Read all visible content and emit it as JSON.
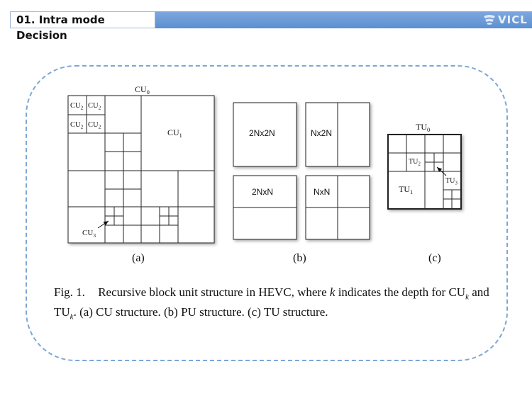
{
  "header": {
    "section_title": "01. Intra mode Decision",
    "logo_text": "VICL"
  },
  "figure": {
    "cu": {
      "top_label": "CU0",
      "cu2_labels": [
        "CU2",
        "CU2",
        "CU2",
        "CU2"
      ],
      "cu1_label": "CU1",
      "cu3_label": "CU3",
      "subfig_label": "(a)"
    },
    "pu": {
      "blocks": [
        "2Nx2N",
        "Nx2N",
        "2NxN",
        "NxN"
      ],
      "subfig_label": "(b)"
    },
    "tu": {
      "top_label": "TU0",
      "tu2_label": "TU2",
      "tu3_label": "TU3",
      "tu1_label": "TU1",
      "subfig_label": "(c)"
    },
    "caption": {
      "fig_no": "Fig. 1.",
      "text_before_k": "Recursive block unit structure in HEVC, where",
      "k": "k",
      "text_after_k": "indicates the depth for",
      "cu": "CU",
      "and": "and",
      "tu": "TU",
      "rest": ". (a) CU structure. (b) PU structure. (c) TU structure."
    }
  }
}
